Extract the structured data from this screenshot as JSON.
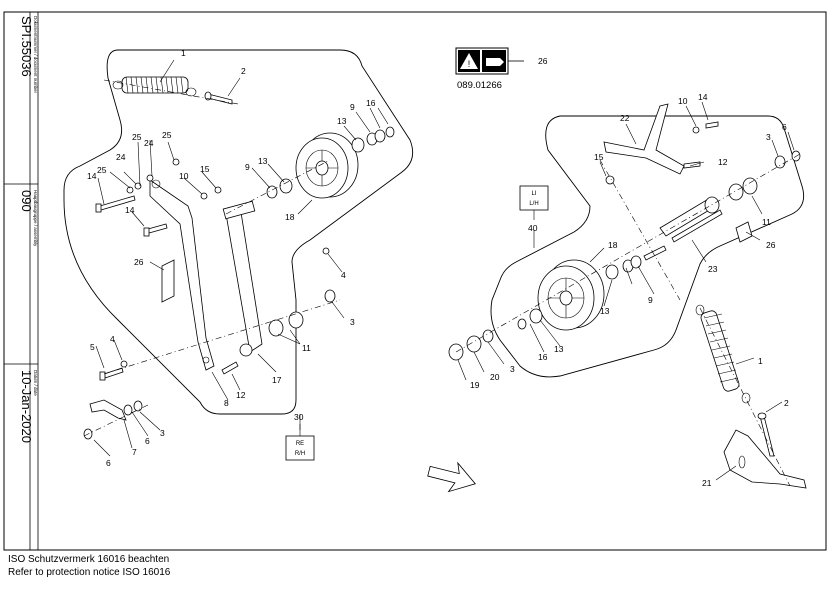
{
  "sidebar": {
    "document_number": "SPI.55036",
    "document_number_caption": "Dokumentnummer / document number",
    "assembly": "090",
    "assembly_caption": "Hauptbaugruppe / assembly",
    "date": "10-Jan-2020",
    "date_caption": "Datum / date"
  },
  "warning_label": {
    "part_number": "089.01266",
    "callout": "26",
    "icon": "hazard-warning-icon"
  },
  "left_group": {
    "callout": "30",
    "box_lines": [
      "RE",
      "R/H"
    ],
    "callouts": [
      "1",
      "2",
      "3",
      "3",
      "4",
      "4",
      "5",
      "6",
      "6",
      "7",
      "8",
      "9",
      "9",
      "10",
      "11",
      "12",
      "13",
      "13",
      "14",
      "14",
      "15",
      "16",
      "17",
      "18",
      "24",
      "24",
      "25",
      "25",
      "26"
    ]
  },
  "right_group": {
    "callout": "40",
    "box_lines": [
      "LI",
      "L/H"
    ],
    "callouts": [
      "1",
      "2",
      "3",
      "3",
      "6",
      "9",
      "10",
      "11",
      "12",
      "13",
      "13",
      "14",
      "15",
      "16",
      "18",
      "19",
      "20",
      "21",
      "22",
      "23",
      "26"
    ]
  },
  "footer": {
    "line1": "ISO Schutzvermerk 16016 beachten",
    "line2": "Refer to protection notice ISO 16016"
  }
}
